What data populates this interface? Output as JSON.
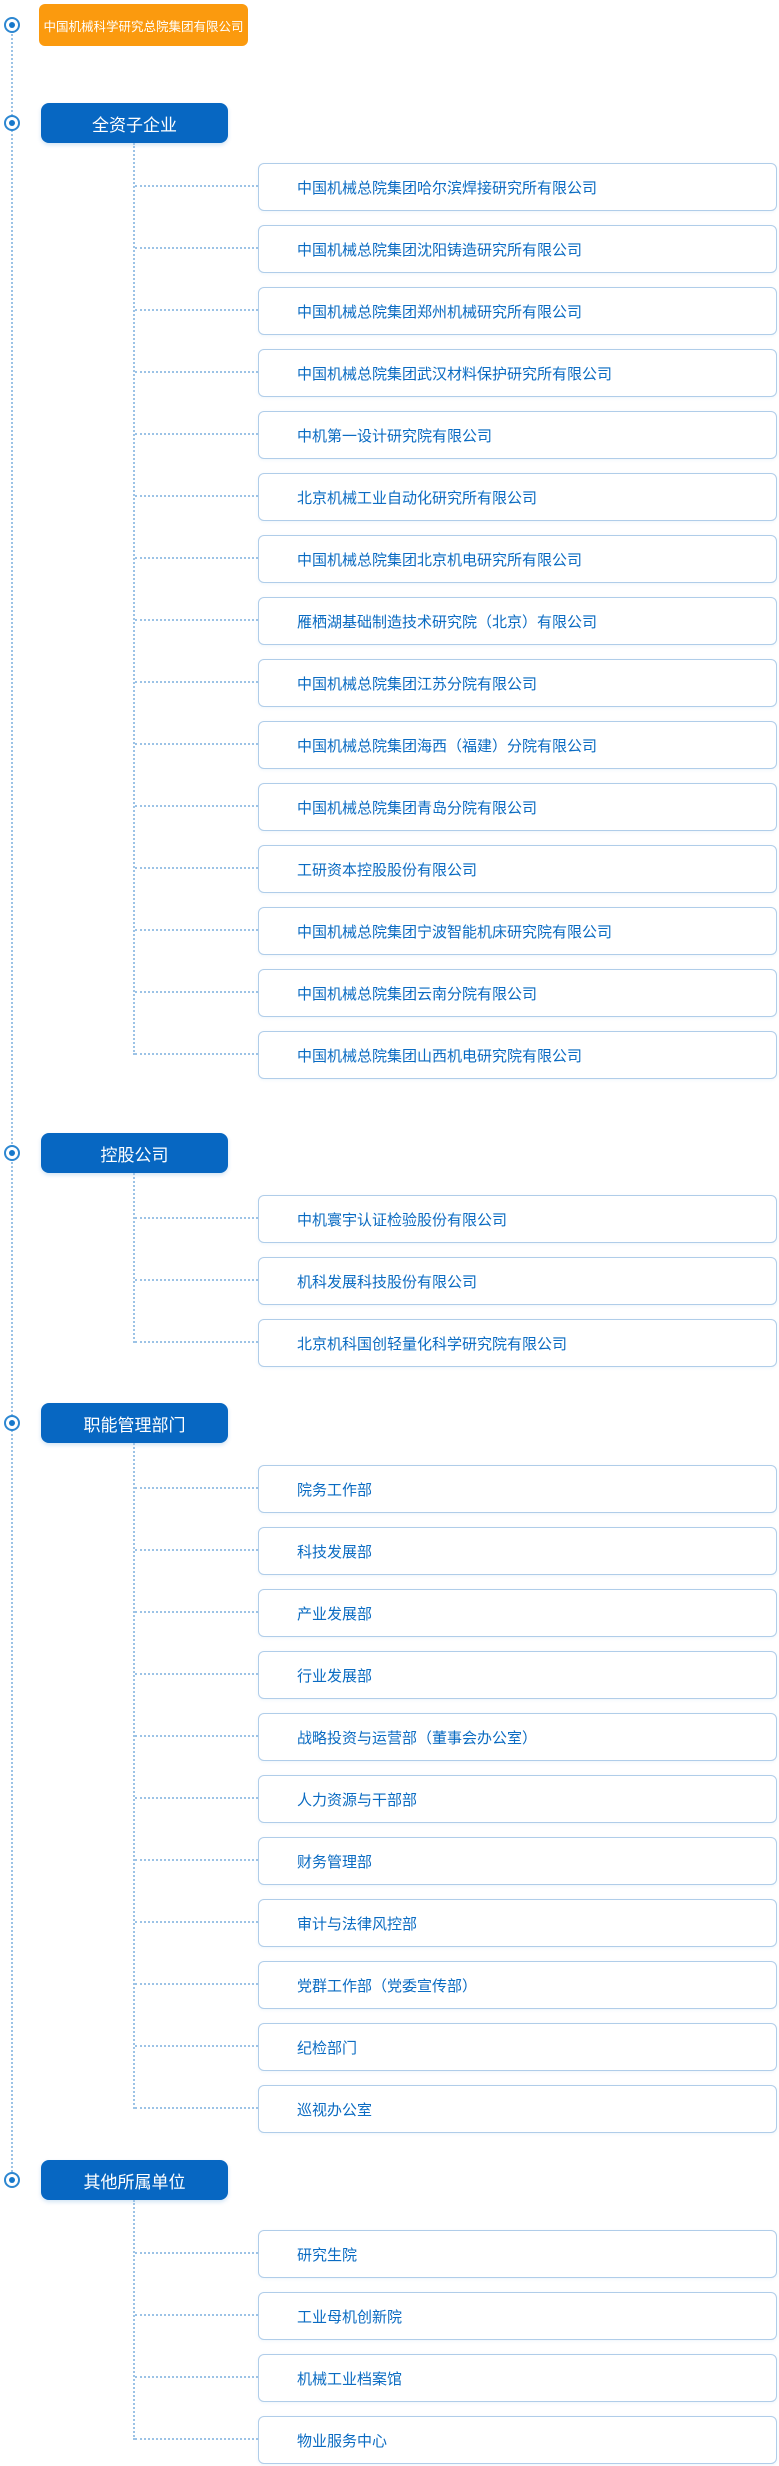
{
  "root": {
    "label": "中国机械科学研究总院集团有限公司"
  },
  "sections": [
    {
      "label": "全资子企业",
      "items": [
        "中国机械总院集团哈尔滨焊接研究所有限公司",
        "中国机械总院集团沈阳铸造研究所有限公司",
        "中国机械总院集团郑州机械研究所有限公司",
        "中国机械总院集团武汉材料保护研究所有限公司",
        "中机第一设计研究院有限公司",
        "北京机械工业自动化研究所有限公司",
        "中国机械总院集团北京机电研究所有限公司",
        "雁栖湖基础制造技术研究院（北京）有限公司",
        "中国机械总院集团江苏分院有限公司",
        "中国机械总院集团海西（福建）分院有限公司",
        "中国机械总院集团青岛分院有限公司",
        "工研资本控股股份有限公司",
        "中国机械总院集团宁波智能机床研究院有限公司",
        "中国机械总院集团云南分院有限公司",
        "中国机械总院集团山西机电研究院有限公司"
      ]
    },
    {
      "label": "控股公司",
      "items": [
        "中机寰宇认证检验股份有限公司",
        "机科发展科技股份有限公司",
        "北京机科国创轻量化科学研究院有限公司"
      ]
    },
    {
      "label": "职能管理部门",
      "items": [
        "院务工作部",
        "科技发展部",
        "产业发展部",
        "行业发展部",
        "战略投资与运营部（董事会办公室）",
        "人力资源与干部部",
        "财务管理部",
        "审计与法律风控部",
        "党群工作部（党委宣传部）",
        "纪检部门",
        "巡视办公室"
      ]
    },
    {
      "label": "其他所属单位",
      "items": [
        "研究生院",
        "工业母机创新院",
        "机械工业档案馆",
        "物业服务中心"
      ]
    }
  ],
  "icons": {
    "bullet": "target-dot-icon"
  },
  "colors": {
    "root_bg": "#fb9a0e",
    "section_bg": "#0767c2",
    "item_text": "#0a6bc2",
    "item_border": "#b0cde9",
    "connector": "#9cc3e6",
    "bullet": "#1678cb"
  }
}
